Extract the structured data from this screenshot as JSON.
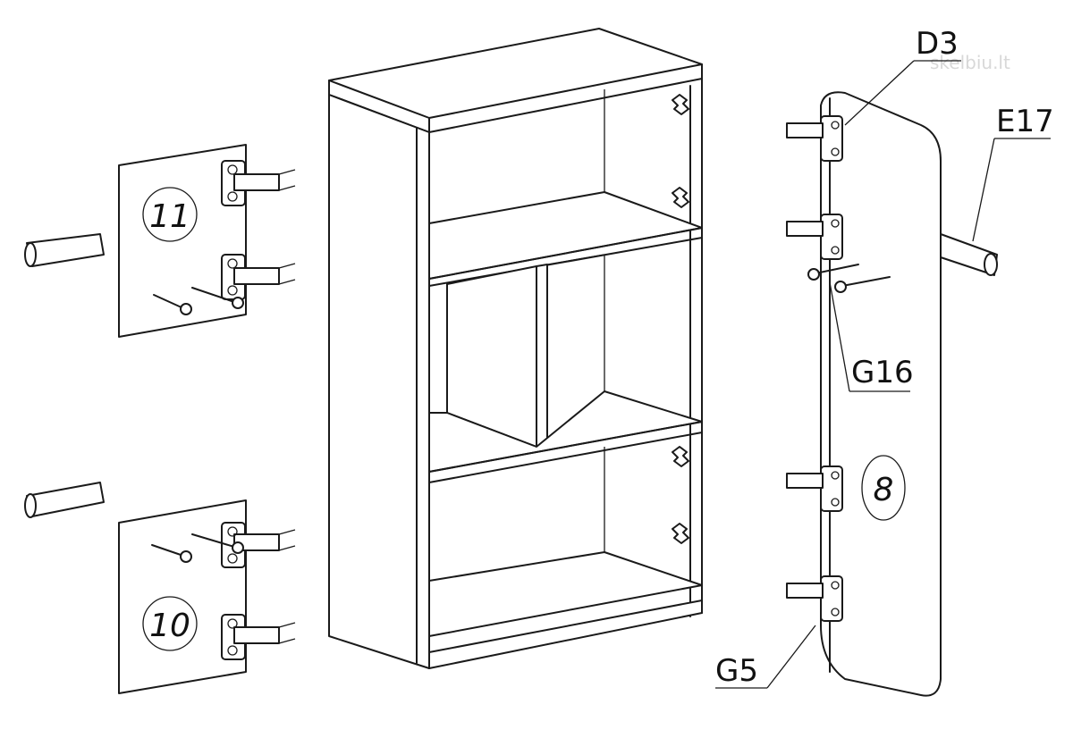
{
  "callouts": {
    "d3": "D3",
    "e17": "E17",
    "g16": "G16",
    "g5": "G5"
  },
  "panels": {
    "top_left": "11",
    "bottom_left": "10",
    "right_door": "8"
  },
  "watermark": "skelbiu.lt"
}
